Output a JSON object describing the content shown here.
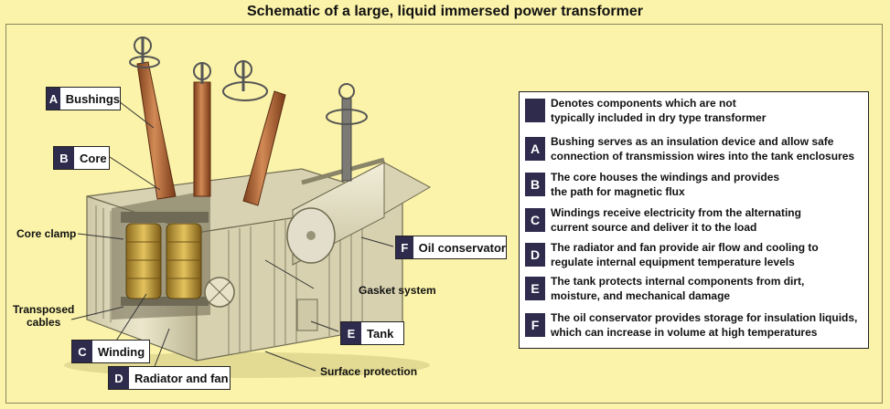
{
  "title": "Schematic of a large, liquid immersed power transformer",
  "labels": {
    "bushings": {
      "letter": "A",
      "text": "Bushings"
    },
    "core": {
      "letter": "B",
      "text": "Core"
    },
    "winding": {
      "letter": "C",
      "text": "Winding"
    },
    "radiator": {
      "letter": "D",
      "text": "Radiator and fan"
    },
    "tank": {
      "letter": "E",
      "text": "Tank"
    },
    "oil_conservator": {
      "letter": "F",
      "text": "Oil conservator"
    }
  },
  "plain_labels": {
    "core_clamp": "Core clamp",
    "transposed_cables_1": "Transposed",
    "transposed_cables_2": "cables",
    "gasket_system": "Gasket system",
    "surface_protection": "Surface protection"
  },
  "legend": {
    "note_line1": "Denotes components which are not",
    "note_line2": "typically included in dry type transformer",
    "items": [
      {
        "letter": "A",
        "line1": "Bushing serves as an insulation device and allow safe",
        "line2": "connection of transmission wires into the tank enclosures"
      },
      {
        "letter": "B",
        "line1": "The core houses the windings and provides",
        "line2": "the path for magnetic flux"
      },
      {
        "letter": "C",
        "line1": "Windings receive electricity from the alternating",
        "line2": "current source and deliver it to the load"
      },
      {
        "letter": "D",
        "line1": "The radiator and fan provide air flow and cooling to",
        "line2": "regulate internal equipment temperature levels"
      },
      {
        "letter": "E",
        "line1": "The tank protects internal components from dirt,",
        "line2": "moisture, and mechanical damage"
      },
      {
        "letter": "F",
        "line1": "The oil conservator provides storage for insulation liquids,",
        "line2": "which can increase in volume at high temperatures"
      }
    ]
  },
  "colors": {
    "background": "#fbf3a9",
    "badge": "#2e2b4d",
    "bushing": "#b5683a",
    "tank": "#e6e1c4"
  }
}
